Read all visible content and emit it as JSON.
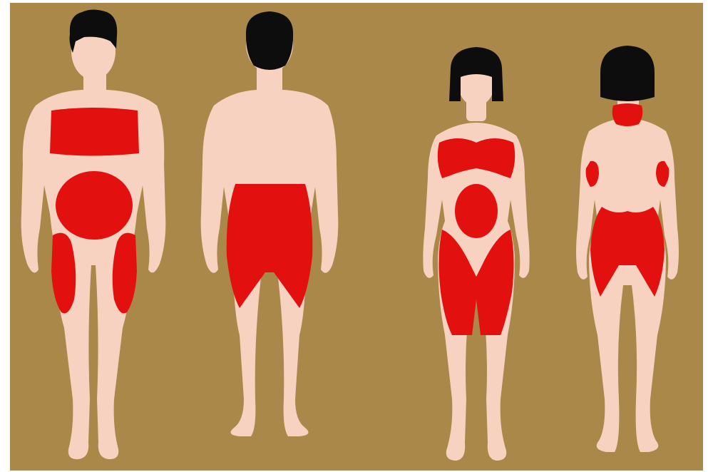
{
  "figures": [
    {
      "id": "male-front",
      "view": "front"
    },
    {
      "id": "male-back",
      "view": "back"
    },
    {
      "id": "female-front",
      "view": "front"
    },
    {
      "id": "female-back",
      "view": "back"
    }
  ],
  "colors": {
    "background": "#a9884a",
    "skin": "#f7d2c0",
    "hair": "#0d0d0d",
    "highlight": "#e31010",
    "border": "#ffffff"
  }
}
